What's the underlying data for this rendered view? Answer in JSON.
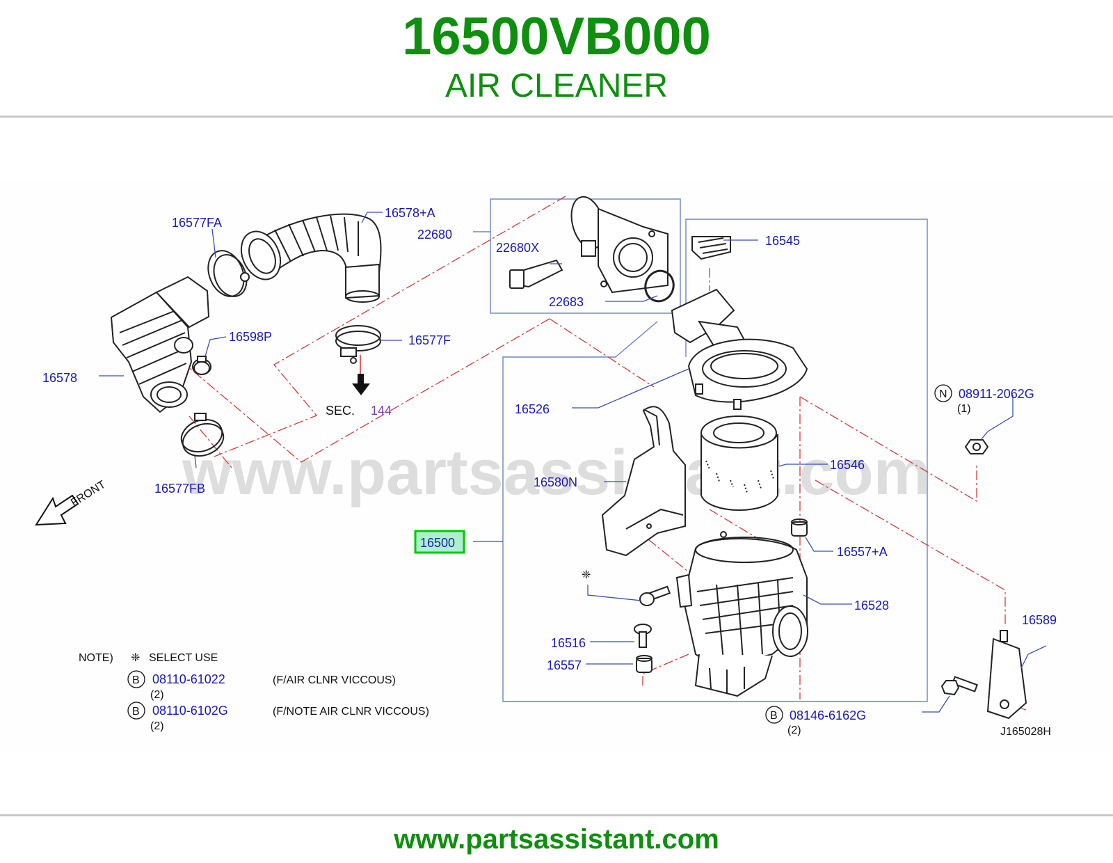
{
  "header": {
    "part_number": "16500VB000",
    "part_name": "AIR CLEANER"
  },
  "footer": {
    "url": "www.partsassistant.com"
  },
  "watermark": "www.partsassistant.com",
  "colors": {
    "brand_green": "#0e8f0e",
    "label_blue": "#1a1ab4",
    "leader_blue": "#3a4fb0",
    "chain_red": "#d43a3a",
    "highlight": "#00cc00"
  },
  "labels": {
    "p16577FA": "16577FA",
    "p16578A": "16578+A",
    "p22680": "22680",
    "p22680X": "22680X",
    "p22683": "22683",
    "p16545": "16545",
    "p16598P": "16598P",
    "p16577F": "16577F",
    "p16578": "16578",
    "sec_text": "SEC.",
    "sec_num": "144",
    "p16526": "16526",
    "p08911": "08911-2062G",
    "p08911_qty": "(1)",
    "p08911_badge": "N",
    "p16546": "16546",
    "p16580N": "16580N",
    "p16577FB": "16577FB",
    "front": "FRONT",
    "p16500": "16500",
    "p16557A": "16557+A",
    "p16528": "16528",
    "p16589": "16589",
    "p16516": "16516",
    "p16557": "16557",
    "p08146": "08146-6162G",
    "p08146_qty": "(2)",
    "p08146_badge": "B",
    "diagram_code": "J165028H"
  },
  "notes": {
    "title": "NOTE)",
    "select_symbol": "❈",
    "select_text": "SELECT   USE",
    "items": [
      {
        "badge": "B",
        "part": "08110-61022",
        "qty": "(2)",
        "desc": "(F/AIR   CLNR   VICCOUS)"
      },
      {
        "badge": "B",
        "part": "08110-6102G",
        "qty": "(2)",
        "desc": "(F/NOTE   AIR   CLNR   VICCOUS)"
      }
    ]
  },
  "select_use_marker": "❈"
}
